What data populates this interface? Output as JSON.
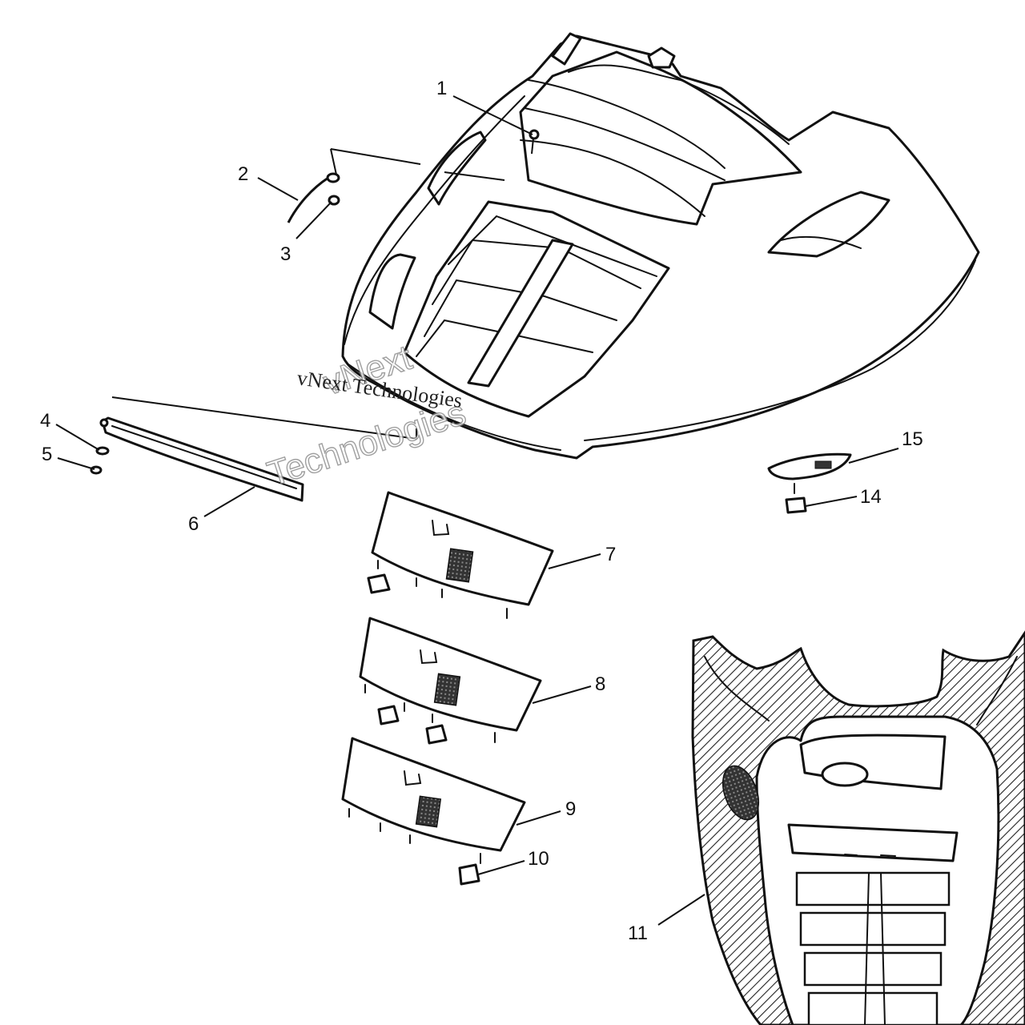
{
  "callouts": [
    {
      "id": "c1",
      "label": "1"
    },
    {
      "id": "c2",
      "label": "2"
    },
    {
      "id": "c3",
      "label": "3"
    },
    {
      "id": "c4",
      "label": "4"
    },
    {
      "id": "c5",
      "label": "5"
    },
    {
      "id": "c6",
      "label": "6"
    },
    {
      "id": "c7",
      "label": "7"
    },
    {
      "id": "c8",
      "label": "8"
    },
    {
      "id": "c9",
      "label": "9"
    },
    {
      "id": "c10",
      "label": "10"
    },
    {
      "id": "c11",
      "label": "11"
    },
    {
      "id": "c14",
      "label": "14"
    },
    {
      "id": "c15",
      "label": "15"
    }
  ],
  "watermark": {
    "line1": "vNext Technologies",
    "big1": "vNext",
    "big2": "Technologies"
  },
  "colors": {
    "ink": "#111111",
    "background": "#ffffff"
  }
}
